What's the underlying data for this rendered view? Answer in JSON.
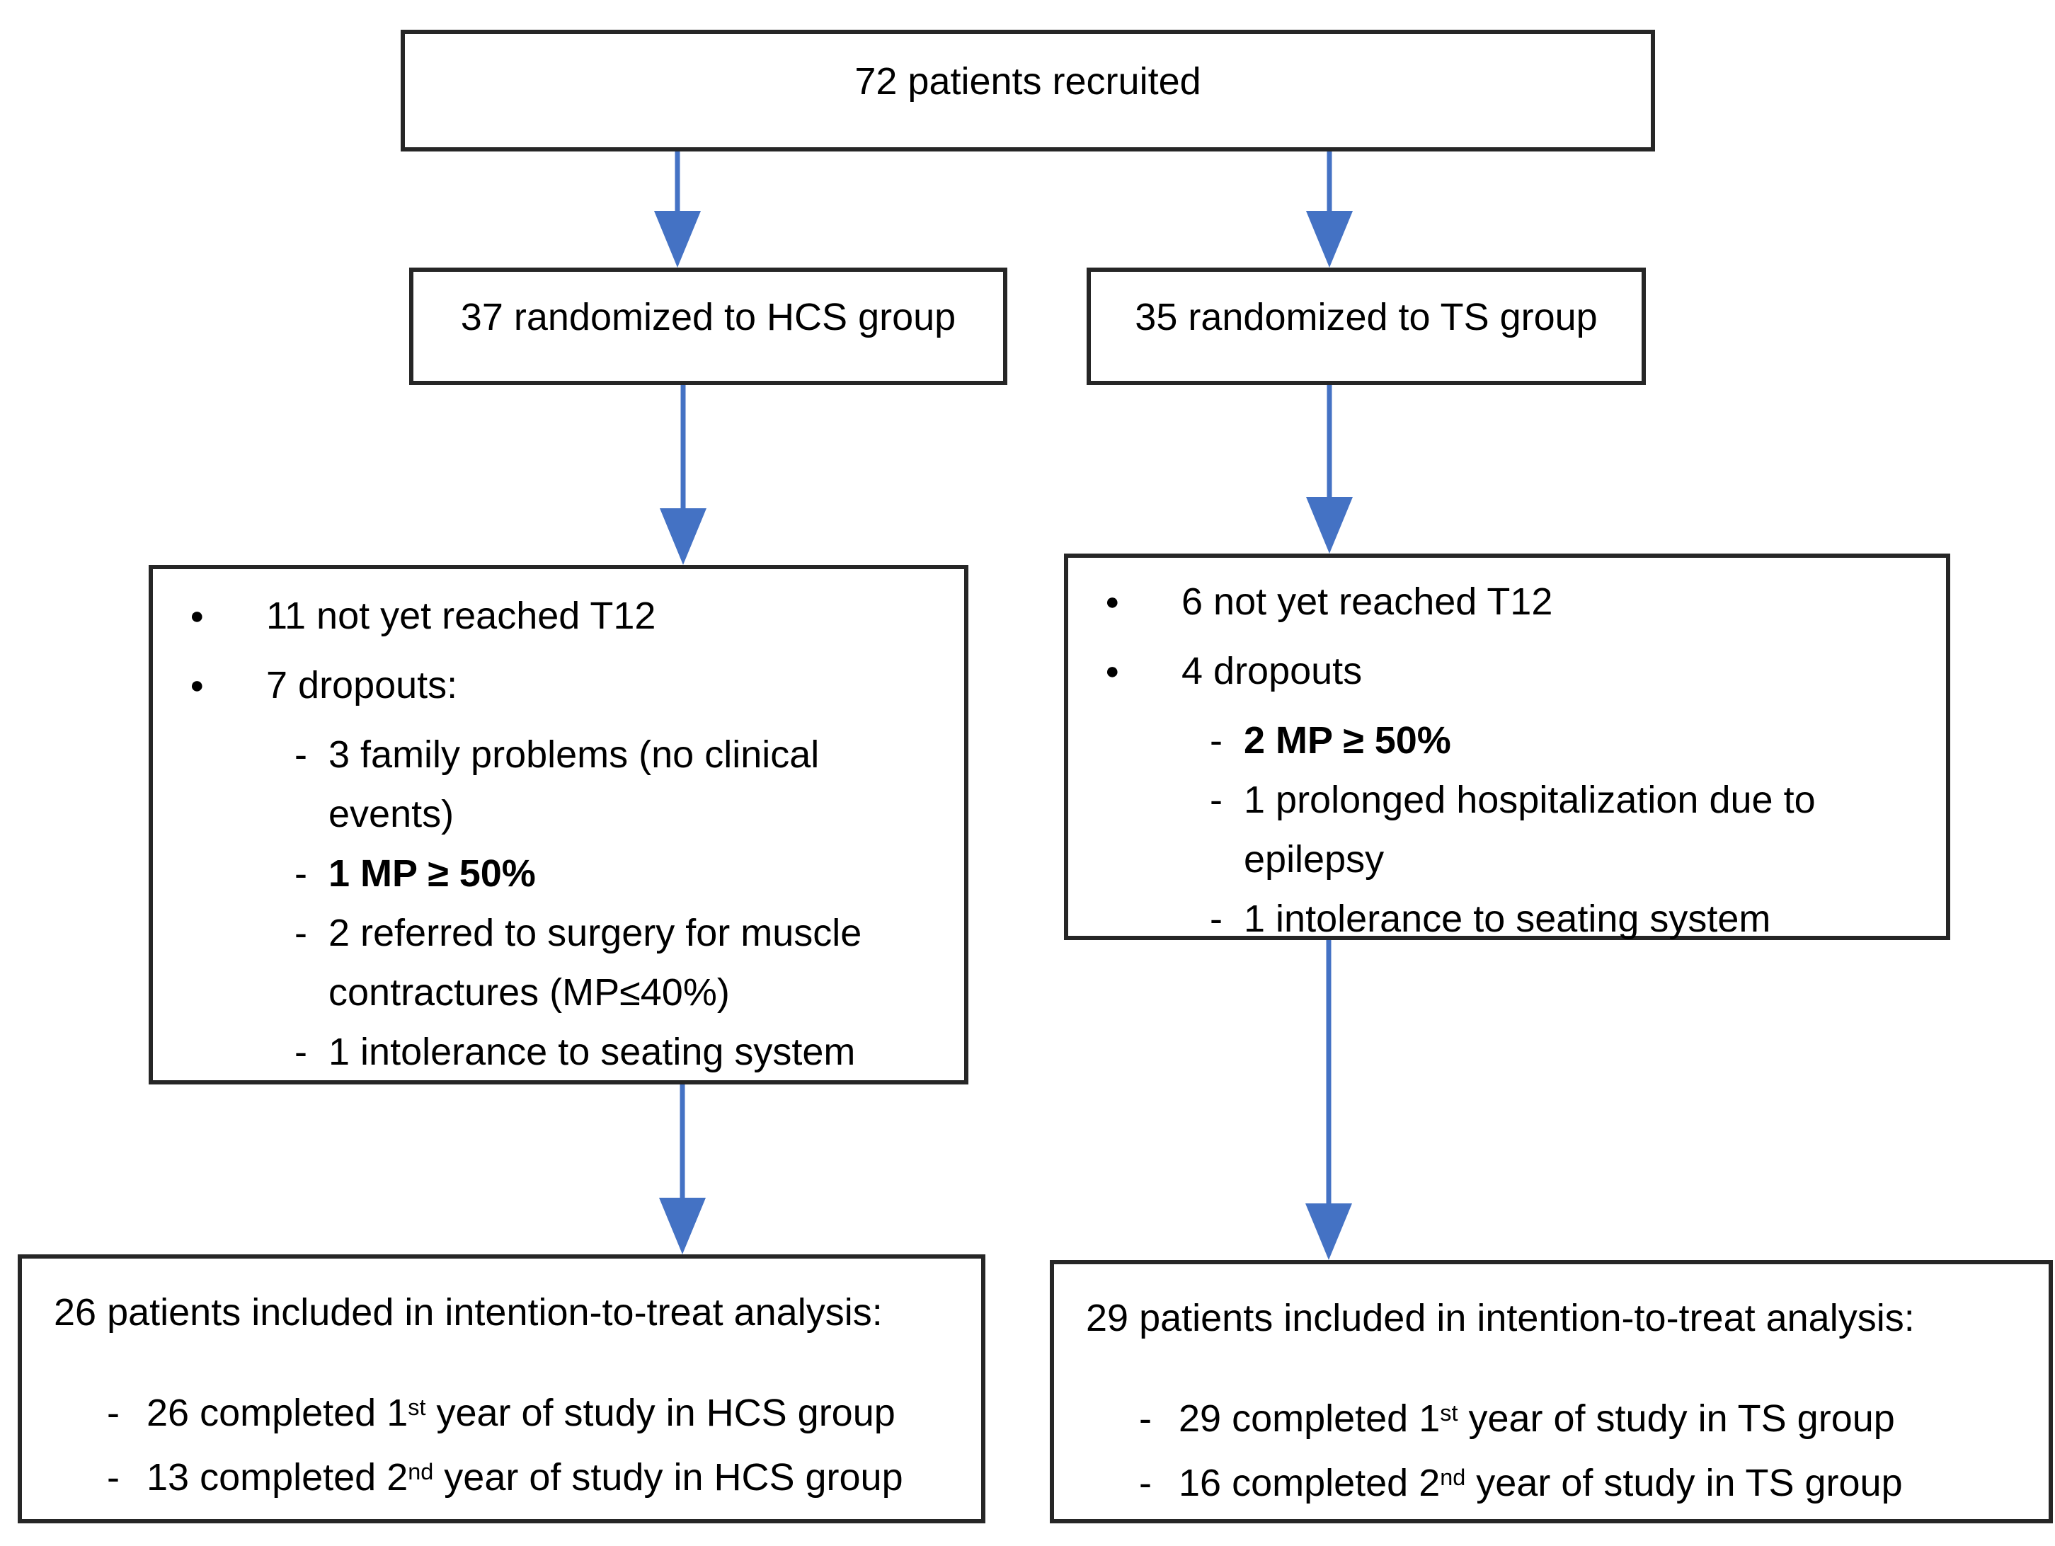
{
  "colors": {
    "arrow": "#4472C4",
    "box_border": "#262626",
    "text": "#000000",
    "background": "#FFFFFF"
  },
  "markers": {
    "bullet": "●",
    "dash": "-"
  },
  "boxes": {
    "recruited": {
      "text": "72 patients recruited"
    },
    "hcs_randomized": {
      "text": "37 randomized to HCS group"
    },
    "ts_randomized": {
      "text": "35 randomized to TS group"
    },
    "hcs_exclusions": {
      "items": [
        {
          "marker": "bullet",
          "bold": false,
          "runs": [
            {
              "t": "11 not yet reached T12"
            }
          ]
        },
        {
          "marker": "bullet",
          "bold": false,
          "runs": [
            {
              "t": "7 dropouts:"
            }
          ]
        },
        {
          "marker": "dash",
          "bold": false,
          "runs": [
            {
              "t": "3 family problems (no clinical"
            },
            {
              "br": true
            },
            {
              "t": "events)"
            }
          ]
        },
        {
          "marker": "dash",
          "bold": true,
          "runs": [
            {
              "t": "1 MP ≥ 50%"
            }
          ]
        },
        {
          "marker": "dash",
          "bold": false,
          "runs": [
            {
              "t": "2 referred to surgery  for muscle"
            },
            {
              "br": true
            },
            {
              "t": "contractures (MP≤40%)"
            }
          ]
        },
        {
          "marker": "dash",
          "bold": false,
          "runs": [
            {
              "t": "1 intolerance to seating system"
            }
          ]
        }
      ]
    },
    "ts_exclusions": {
      "items": [
        {
          "marker": "bullet",
          "bold": false,
          "runs": [
            {
              "t": "6 not yet reached T12"
            }
          ]
        },
        {
          "marker": "bullet",
          "bold": false,
          "runs": [
            {
              "t": "4 dropouts"
            }
          ]
        },
        {
          "marker": "dash",
          "bold": true,
          "runs": [
            {
              "t": "2 MP ≥ 50%"
            }
          ]
        },
        {
          "marker": "dash",
          "bold": false,
          "runs": [
            {
              "t": "1 prolonged hospitalization due to"
            },
            {
              "br": true
            },
            {
              "t": "epilepsy"
            }
          ]
        },
        {
          "marker": "dash",
          "bold": false,
          "runs": [
            {
              "t": "1 intolerance to seating system"
            }
          ]
        }
      ]
    },
    "hcs_itt": {
      "heading": "26 patients included in intention-to-treat analysis:",
      "items": [
        {
          "marker": "dash",
          "bold": false,
          "runs": [
            {
              "t": "26 completed 1"
            },
            {
              "t": "st",
              "sup": true
            },
            {
              "t": " year of study in HCS group"
            }
          ]
        },
        {
          "marker": "dash",
          "bold": false,
          "runs": [
            {
              "t": "13 completed 2"
            },
            {
              "t": "nd",
              "sup": true
            },
            {
              "t": " year of study in HCS group"
            }
          ]
        }
      ]
    },
    "ts_itt": {
      "heading": "29 patients included in intention-to-treat analysis:",
      "items": [
        {
          "marker": "dash",
          "bold": false,
          "runs": [
            {
              "t": "29 completed 1"
            },
            {
              "t": "st",
              "sup": true
            },
            {
              "t": " year of study in TS group"
            }
          ]
        },
        {
          "marker": "dash",
          "bold": false,
          "runs": [
            {
              "t": "16 completed 2"
            },
            {
              "t": "nd",
              "sup": true
            },
            {
              "t": " year of study in TS group"
            }
          ]
        }
      ]
    }
  }
}
